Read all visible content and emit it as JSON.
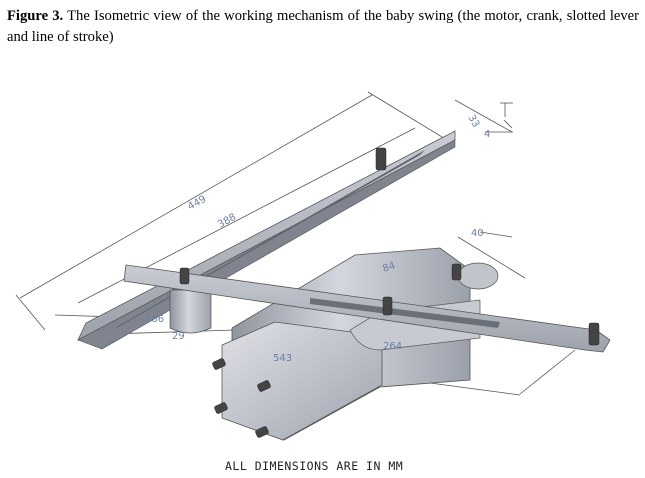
{
  "caption": {
    "label": "Figure 3.",
    "text": " The Isometric view of the working mechanism of the baby swing (the motor, crank, slotted lever and line of stroke)"
  },
  "dimensions": {
    "d449": "449",
    "d388": "388",
    "d186": "186",
    "d29": "29",
    "d543": "543",
    "d84": "84",
    "d264": "264",
    "d40": "40",
    "d33": "33",
    "d4": "4"
  },
  "note": "ALL DIMENSIONS ARE IN MM",
  "colors": {
    "metal": "#b8bcc6",
    "metal_dark": "#8e939d",
    "dimension_line": "#555555",
    "dimension_text": "#6b7fa8"
  }
}
